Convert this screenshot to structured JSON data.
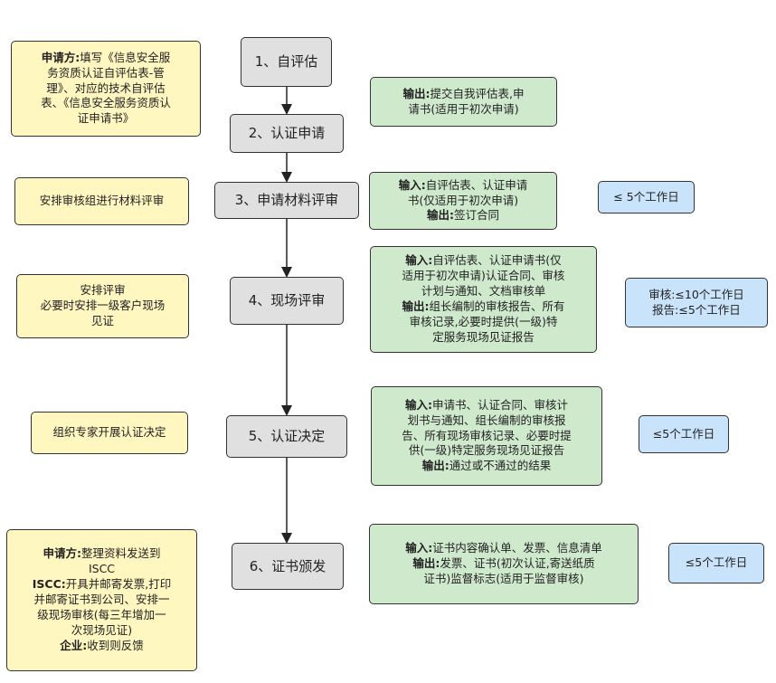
{
  "steps": [
    "1、自评估",
    "2、认证申请",
    "3、申请材料评审",
    "4、现场评审",
    "5、认证决定",
    "6、证书颁发"
  ],
  "left": {
    "s1": {
      "l1b": "申请方:",
      "l1": "填写《信息安全服",
      "l2": "务资质认证自评估表-管",
      "l3": "理》、对应的技术自评估",
      "l4": "表、《信息安全服务资质认",
      "l5": "证申请书》"
    },
    "s3": {
      "l1": "安排审核组进行材料评审"
    },
    "s4": {
      "l1": "安排评审",
      "l2": "必要时安排一级客户现场",
      "l3": "见证"
    },
    "s5": {
      "l1": "组织专家开展认证决定"
    },
    "s6": {
      "l1b": "申请方:",
      "l1": "整理资料发送到",
      "l2": "ISCC",
      "l3b": "ISCC:",
      "l3": "开具并邮寄发票,打印",
      "l4": "并邮寄证书到公司、安排一",
      "l5": "级现场审核(每三年增加一",
      "l6": "次现场见证)",
      "l7b": "企业:",
      "l7": "收到则反馈"
    }
  },
  "mid": {
    "s2": {
      "l1b": "输出:",
      "l1": "提交自我评估表,申",
      "l2": "请书(适用于初次申请)"
    },
    "s3": {
      "l1b": "输入:",
      "l1": "自评估表、认证申请",
      "l2": "书(仅适用于初次申请)",
      "l3b": "输出:",
      "l3": "签订合同"
    },
    "s4": {
      "l1b": "输入:",
      "l1": "自评估表、认证申请书(仅",
      "l2": "适用于初次申请)认证合同、审核",
      "l3": "计划与通知、文档审核单",
      "l4b": "输出:",
      "l4": "组长编制的审核报告、所有",
      "l5": "审核记录,必要时提供(一级)特",
      "l6": "定服务现场见证报告"
    },
    "s5": {
      "l1b": "输入:",
      "l1": "申请书、认证合同、审核计",
      "l2": "划书与通知、组长编制的审核报",
      "l3": "告、所有现场审核记录、必要时提",
      "l4": "供(一级)特定服务现场见证报告",
      "l5b": "输出:",
      "l5": "通过或不通过的结果"
    },
    "s6": {
      "l1b": "输入:",
      "l1": "证书内容确认单、发票、信息清单",
      "l2b": "输出:",
      "l2": "发票、证书(初次认证,寄送纸质",
      "l3": "证书)监督标志(适用于监督审核)"
    }
  },
  "time": {
    "s3": {
      "l1": "≤ 5个工作日"
    },
    "s4": {
      "l1": "审核:≤10个工作日",
      "l2": "报告:≤5个工作日"
    },
    "s5": {
      "l1": "≤5个工作日"
    },
    "s6": {
      "l1": "≤5个工作日"
    }
  }
}
